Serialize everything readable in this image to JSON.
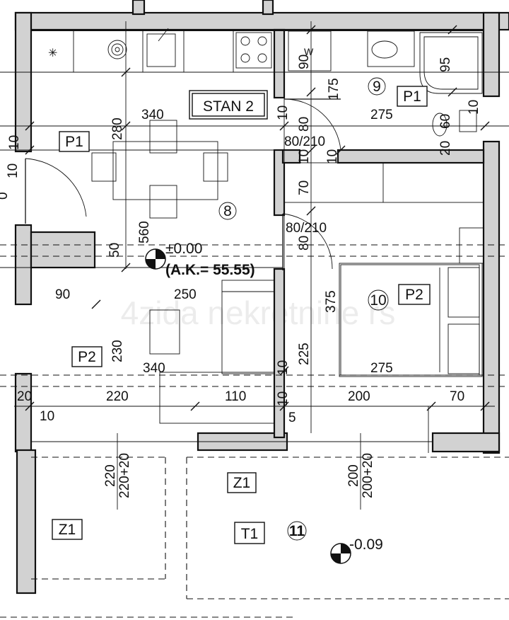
{
  "apartment": {
    "name": "STAN 2",
    "level": "±0.00",
    "absolute_level": "(A.K.= 55.55)",
    "terrace_level": "-0.09",
    "watermark": "4zida nekretnine rs"
  },
  "rooms": {
    "living": {
      "number": "8",
      "floor_code": "P1"
    },
    "living_lower_code": "P2",
    "bathroom": {
      "number": "9",
      "floor_code": "P1"
    },
    "bedroom": {
      "number": "10",
      "floor_code": "P2"
    },
    "terrace": {
      "number": "11",
      "floor_code": "T1"
    }
  },
  "fixtures": {
    "washer_label": "W",
    "window_code_z1": "Z1",
    "door_size_bath": "80/210",
    "door_size_bedroom": "80/210"
  },
  "dimensions": {
    "kitchen_width": "340",
    "dining_height": "280",
    "living_height": "560",
    "wall_seg_50": "50",
    "left_90": "90",
    "sofa_250": "250",
    "left_230": "230",
    "living_340": "340",
    "w10_left_a": "10",
    "w10_left_b": "10",
    "w10_left_c": "0",
    "w20_left": "20",
    "w10_bottom_left": "10",
    "bottom_220": "220",
    "bottom_110": "110",
    "bottom_10": "10",
    "bottom_5": "5",
    "bottom_200": "200",
    "bottom_70": "70",
    "mid_10a": "10",
    "mid_80a": "80",
    "mid_80b": "80",
    "mid_10b": "10",
    "mid_10c": "10",
    "wardrobe_70": "70",
    "bath_175": "175",
    "bath_275": "275",
    "bath_90": "90",
    "bath_95": "95",
    "bath_60": "60",
    "bath_20": "20",
    "bath_10": "10",
    "bedroom_375": "375",
    "bedroom_225": "225",
    "bedroom_275": "275",
    "bedroom_10": "10",
    "sill_220": "220",
    "sill_220_20": "220+20",
    "sill_200": "200",
    "sill_200_20": "200+20"
  }
}
